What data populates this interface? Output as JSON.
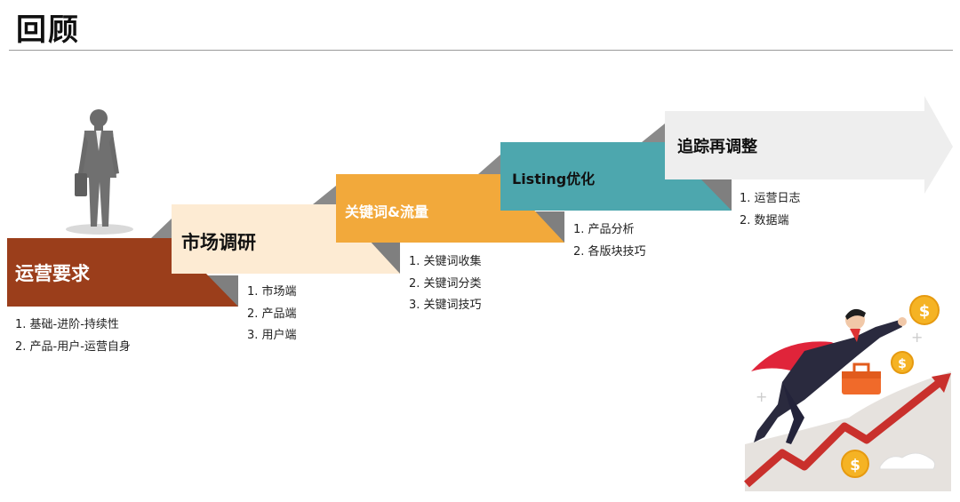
{
  "page": {
    "title": "回顾"
  },
  "steps": [
    {
      "label": "运营要求",
      "color": "#9b3e1b",
      "text_color": "#ffffff",
      "items": [
        "1. 基础-进阶-持续性",
        "2. 产品-用户-运营自身"
      ]
    },
    {
      "label": "市场调研",
      "color": "#fdebd3",
      "text_color": "#111111",
      "items": [
        "1. 市场端",
        "2. 产品端",
        "3. 用户端"
      ]
    },
    {
      "label": "关键词&流量",
      "color": "#f2a93b",
      "text_color": "#ffffff",
      "items": [
        "1. 关键词收集",
        "2. 关键词分类",
        "3. 关键词技巧"
      ]
    },
    {
      "label": "Listing优化",
      "color": "#4da7ae",
      "text_color": "#111111",
      "items": [
        "1. 产品分析",
        "2. 各版块技巧"
      ]
    },
    {
      "label": "追踪再调整",
      "color": "#eeeeee",
      "text_color": "#111111",
      "items": [
        "1. 运营日志",
        "2. 数据端"
      ]
    }
  ],
  "colors": {
    "fold": "#7f7f7f",
    "fold_light": "#9b9b9b",
    "rule": "#9a9a9a"
  },
  "illustrations": {
    "businessman": "businessman-silhouette-icon",
    "superhero": "superhero-businessman-illustration",
    "coin_symbol": "$"
  }
}
